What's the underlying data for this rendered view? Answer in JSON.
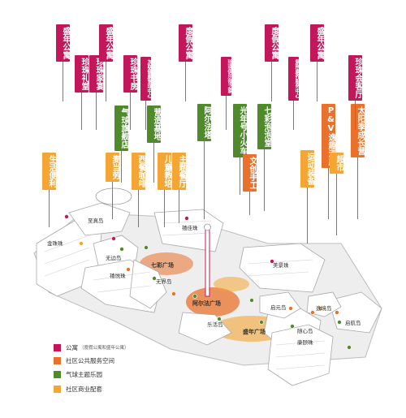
{
  "colors": {
    "apartment": "#c2185b",
    "community": "#e9712b",
    "theme_park": "#4f8a2b",
    "commercial": "#f4a533"
  },
  "tags": [
    {
      "text": "盛年公寓",
      "cat": "apartment",
      "size": "lg"
    },
    {
      "text": "珍珠礼堂",
      "cat": "apartment",
      "size": "lg"
    },
    {
      "text": "珍珠家宴",
      "cat": "apartment",
      "size": "lg"
    },
    {
      "text": "盛年公寓",
      "cat": "apartment",
      "size": "lg"
    },
    {
      "text": "珍珠书房",
      "cat": "apartment",
      "size": "lg"
    },
    {
      "text": "友联健康管理中心",
      "cat": "apartment",
      "size": "sm"
    },
    {
      "text": "度假公寓",
      "cat": "apartment",
      "size": "lg"
    },
    {
      "text": "珍珠俱乐部之家",
      "cat": "apartment",
      "size": "sm"
    },
    {
      "text": "度假公寓",
      "cat": "apartment",
      "size": "lg"
    },
    {
      "text": "紫荆康养服务中心",
      "cat": "apartment",
      "size": "sm"
    },
    {
      "text": "盛年公寓",
      "cat": "apartment",
      "size": "lg"
    },
    {
      "text": "珍珠会客厅",
      "cat": "apartment",
      "size": "lg"
    },
    {
      "text": "生活便利",
      "cat": "commercial",
      "size": "lg"
    },
    {
      "text": "气球旗舰店",
      "cat": "theme_park",
      "size": "lg"
    },
    {
      "text": "麦当劳",
      "cat": "commercial",
      "size": "lg"
    },
    {
      "text": "营造基地",
      "cat": "theme_park",
      "size": "lg"
    },
    {
      "text": "西餐咖啡",
      "cat": "commercial",
      "size": "lg"
    },
    {
      "text": "儿童教培",
      "cat": "commercial",
      "size": "lg"
    },
    {
      "text": "主题餐厅",
      "cat": "commercial",
      "size": "lg"
    },
    {
      "text": "阿尔法塔",
      "cat": "theme_park",
      "size": "lg"
    },
    {
      "text": "光年号小火车",
      "cat": "theme_park",
      "size": "lg"
    },
    {
      "text": "七彩泡泡堂",
      "cat": "theme_park",
      "size": "lg"
    },
    {
      "text": "文创手工",
      "cat": "community",
      "size": "lg"
    },
    {
      "text": "运动装备",
      "cat": "commercial",
      "size": "lg"
    },
    {
      "text": "P&V逸趣酒店",
      "cat": "community",
      "size": "lg"
    },
    {
      "text": "超市",
      "cat": "commercial",
      "size": "lg"
    },
    {
      "text": "太阳季成长营",
      "cat": "community",
      "size": "lg"
    }
  ],
  "map_labels": {
    "zhizhen_island": "至真岛",
    "jinzhu_tower": "金珠珠",
    "wubian_island": "无边岛",
    "xiyue_tower": "禧悦珠",
    "wujie_island": "无界岛",
    "qicai_plaza": "七彩广场",
    "youlian_tower": "禧佳珠",
    "alpha_plaza": "阿尔法广场",
    "legou_island": "乐活岛",
    "shengnian_plaza": "盛年广场",
    "meijing_tower": "美景珠",
    "qiyuan_island": "启元岛",
    "xiyue_island": "逸境岛",
    "suixin_island": "随心岛",
    "kangshou_tower": "康颐珠",
    "qihang_island": "启航岛"
  },
  "legend": [
    {
      "label": "公寓",
      "sub": "（度假公寓和盛年公寓）",
      "color": "apartment"
    },
    {
      "label": "社区公共服务空间",
      "sub": "",
      "color": "community"
    },
    {
      "label": "气球主题乐园",
      "sub": "",
      "color": "theme_park"
    },
    {
      "label": "社区商业配套",
      "sub": "",
      "color": "commercial"
    }
  ]
}
